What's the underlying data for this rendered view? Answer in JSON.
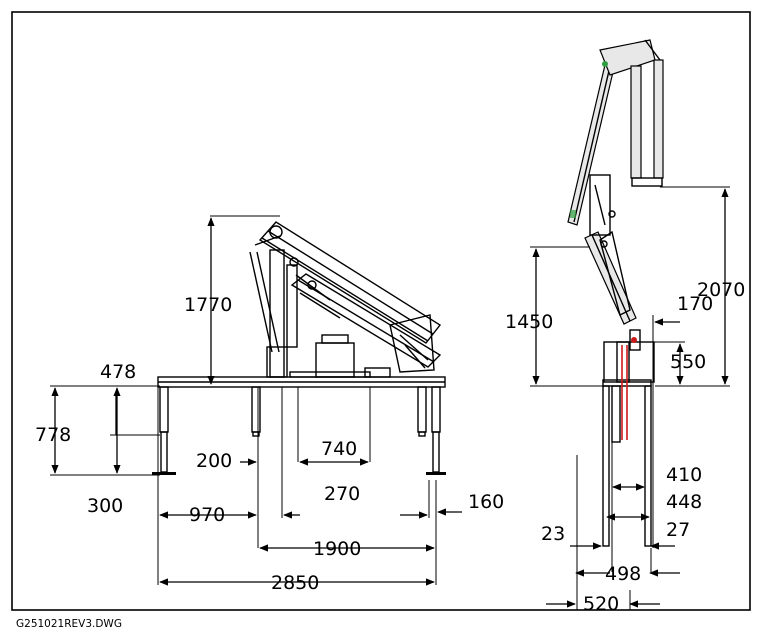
{
  "file_name": "G251021REV3.DWG",
  "colors": {
    "line": "#000000",
    "cylinder": "#cc1a1a",
    "shade": "#e8e8e8",
    "accent_green": "#2e9e3e"
  },
  "side_view": {
    "dimensions": {
      "mast_height": "1770",
      "overhang": "478",
      "leg_height": "778",
      "leg_spacing": "200",
      "pad_width": "300",
      "center_offset": "740",
      "inner_gap": "270",
      "front_offset": "970",
      "end_offset": "160",
      "inner_span": "1900",
      "total_length": "2850"
    }
  },
  "end_view": {
    "dimensions": {
      "arm_height": "1450",
      "top_height": "2070",
      "arm_offset": "170",
      "base_height": "550",
      "width_410": "410",
      "width_448": "448",
      "gap_27": "27",
      "gap_23": "23",
      "width_498": "498",
      "width_520": "520"
    }
  }
}
